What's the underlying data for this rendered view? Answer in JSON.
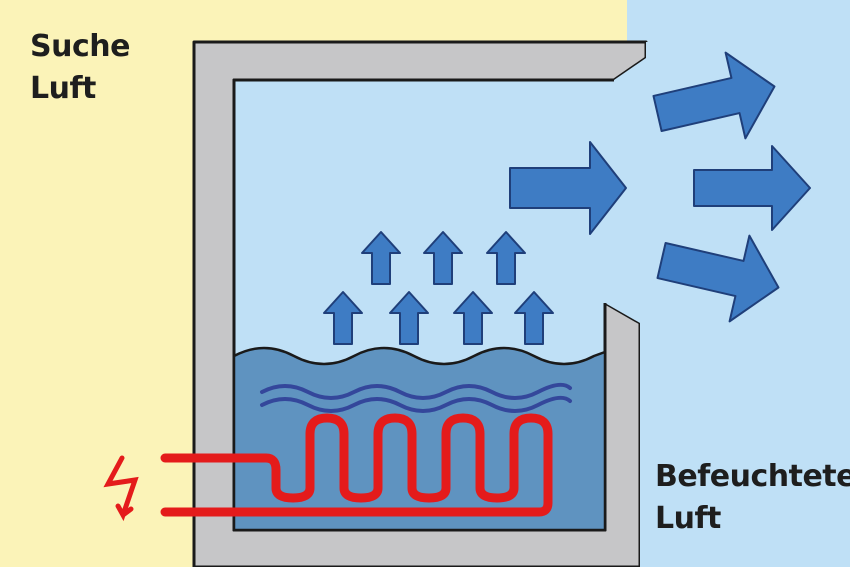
{
  "labels": {
    "dry_air": [
      "Suche",
      "Luft"
    ],
    "humidified_air": [
      "Befeuchtete",
      "Luft"
    ]
  },
  "colors": {
    "dry_background": "#fbf3b8",
    "humid_background": "#bfe0f6",
    "tank_wall": "#c6c6c8",
    "water": "#5f93c0",
    "water_waves": "#34479b",
    "heating_coil": "#e41b1b",
    "arrow_fill": "#3e7cc4",
    "arrow_stroke": "#1f3f7a",
    "outline": "#1a1a1a"
  },
  "icons": {
    "power": "electric-bolt-icon",
    "heater": "heating-coil-icon",
    "vapor": "up-arrow-icon",
    "airflow": "right-arrow-icon"
  }
}
